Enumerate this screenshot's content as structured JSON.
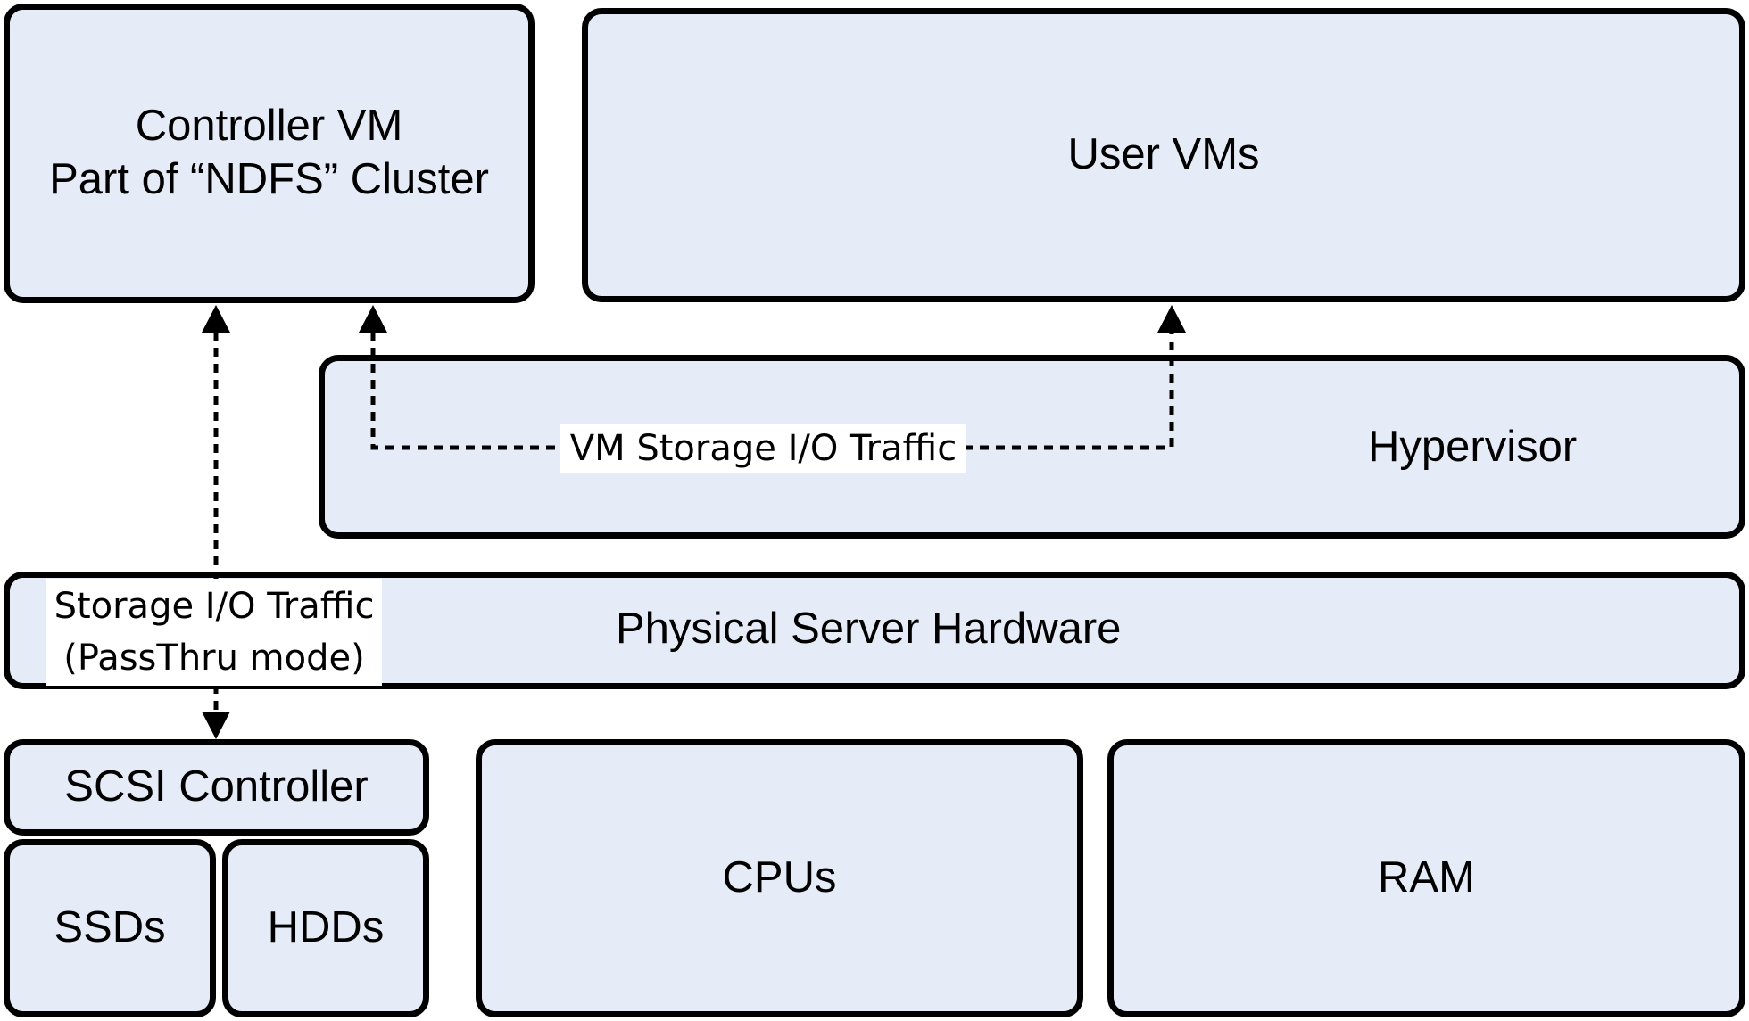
{
  "colors": {
    "box_fill": "#e6ecf7",
    "box_stroke": "#000000",
    "label_background": "#ffffff"
  },
  "boxes": {
    "controller_vm": {
      "line1": "Controller VM",
      "line2": "Part of “NDFS” Cluster"
    },
    "user_vms": {
      "label": "User VMs"
    },
    "hypervisor": {
      "label": "Hypervisor"
    },
    "physical_server": {
      "label": "Physical Server Hardware"
    },
    "scsi_controller": {
      "label": "SCSI Controller"
    },
    "ssds": {
      "label": "SSDs"
    },
    "hdds": {
      "label": "HDDs"
    },
    "cpus": {
      "label": "CPUs"
    },
    "ram": {
      "label": "RAM"
    }
  },
  "traffic": {
    "vm_storage": "VM Storage I/O Traffic",
    "storage_line1": "Storage I/O Traffic",
    "storage_line2": "(PassThru mode)"
  }
}
